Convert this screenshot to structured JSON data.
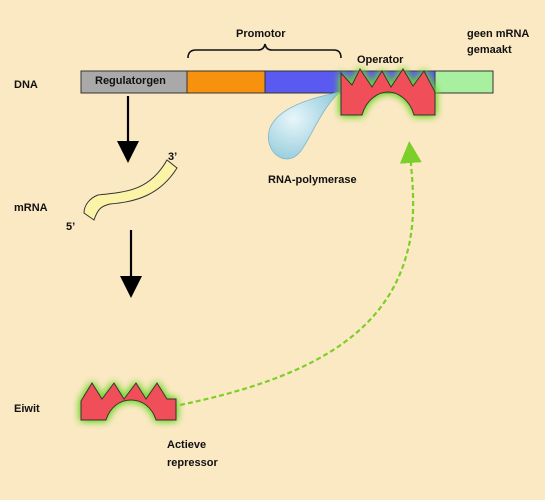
{
  "labels": {
    "dna": "DNA",
    "mrna": "mRNA",
    "eiwit": "Eiwit",
    "promotor": "Promotor",
    "operator": "Operator",
    "regulatorgen": "Regulatorgen",
    "rna_polymerase": "RNA-polymerase",
    "end_3": "3’",
    "end_5": "5’",
    "geen_mrna_line1": "geen mRNA",
    "geen_mrna_line2": "gemaakt",
    "actieve_line1": "Actieve",
    "actieve_line2": "repressor"
  },
  "colors": {
    "background": "#fbe9c4",
    "regulatorgen": "#a9a9a9",
    "promotor_part1": "#f7920e",
    "promotor_part2": "#5a5af0",
    "operator": "#5a5af0",
    "gene": "#a8f0a0",
    "repressor": "#f0505a",
    "glow": "#6fd62c",
    "mrna": "#fbf3a8",
    "polymerase": "#b6e0ec",
    "arrow": "#000000",
    "curve_arrow": "#7ccf2a"
  }
}
